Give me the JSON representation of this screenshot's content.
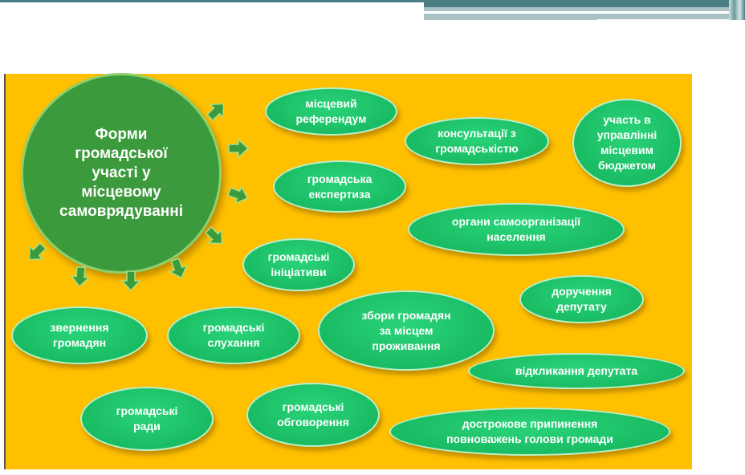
{
  "colors": {
    "panel": "#ffc000",
    "center": "#3b9a3b",
    "oval": "#1fc46a",
    "header": "#4a8084"
  },
  "center_title": "Форми\nгромадської\nучасті у\nмісцевому\nсамоврядуванні",
  "forms": [
    "місцевий\nреферендум",
    "консультації з\nгромадськістю",
    "участь в\nуправлінні\nмісцевим\nбюджетом",
    "громадська\nекспертиза",
    "органи самоорганізації\nнаселення",
    "громадські\nініціативи",
    "доручення\nдепутату",
    "звернення\nгромадян",
    "громадські\nслухання",
    "збори громадян\nза місцем\nпроживання",
    "відкликання депутата",
    "громадські\nради",
    "громадські\nобговорення",
    "дострокове припинення\nповноважень голови громади"
  ]
}
